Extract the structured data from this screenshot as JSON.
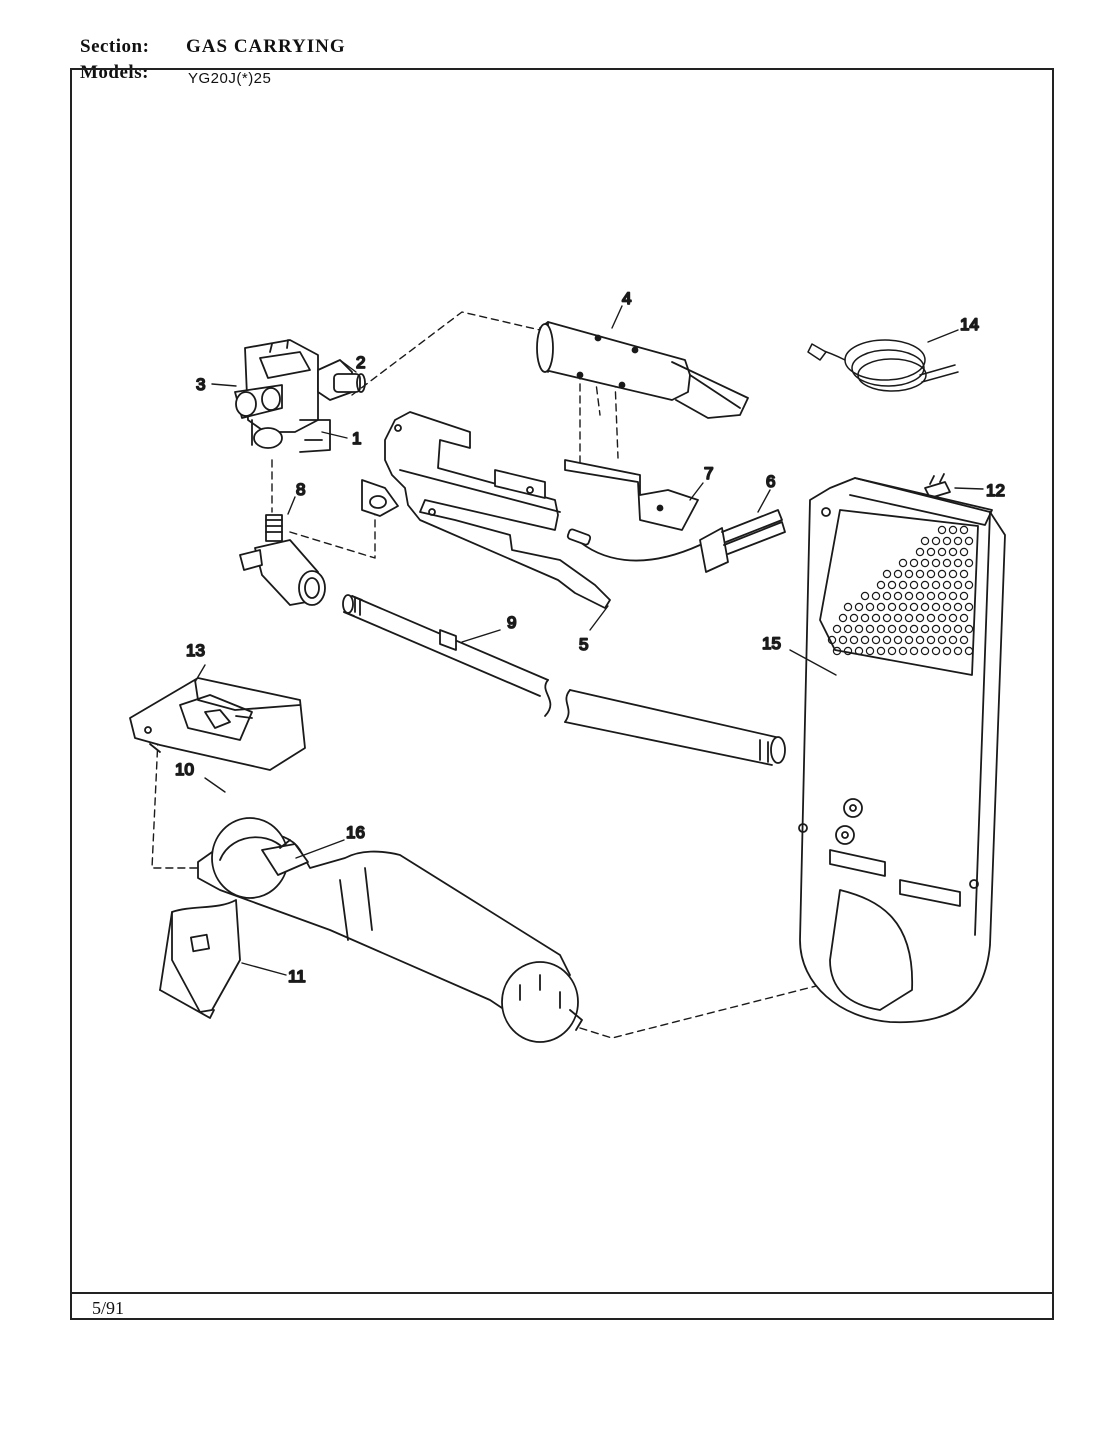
{
  "header": {
    "section_label": "Section:",
    "section_value": "GAS CARRYING",
    "models_label": "Models:",
    "models_value": "YG20J(*)25"
  },
  "footer": {
    "date": "5/91"
  },
  "callouts": {
    "c1": "1",
    "c2": "2",
    "c3": "3",
    "c4": "4",
    "c5": "5",
    "c6": "6",
    "c7": "7",
    "c8": "8",
    "c9": "9",
    "c10": "10",
    "c11": "11",
    "c12": "12",
    "c13": "13",
    "c14": "14",
    "c15": "15",
    "c16": "16"
  }
}
